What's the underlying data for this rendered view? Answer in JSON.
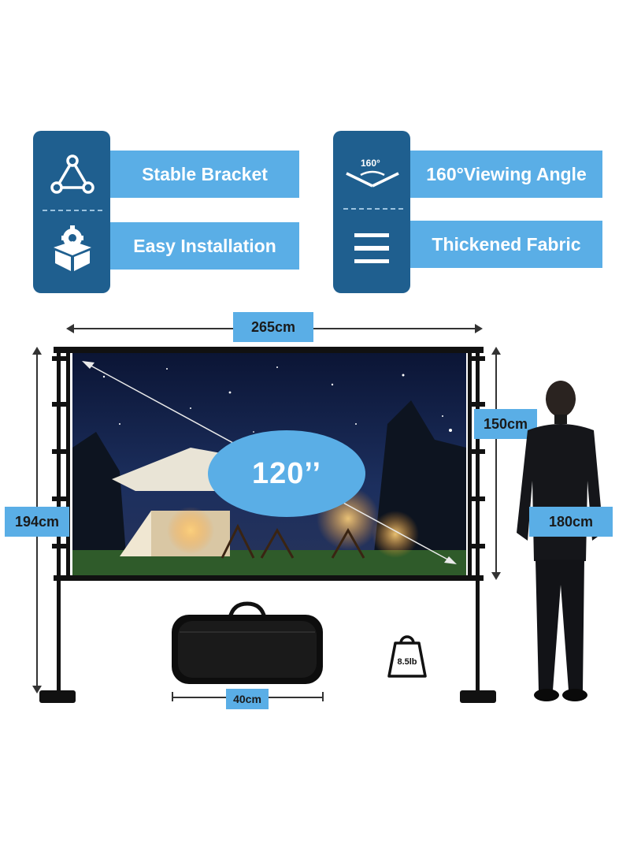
{
  "features": {
    "left": [
      {
        "label": "Stable Bracket",
        "icon": "triangle-nodes-icon"
      },
      {
        "label": "Easy Installation",
        "icon": "gear-box-icon"
      }
    ],
    "right": [
      {
        "label": "160°Viewing Angle",
        "icon": "viewing-angle-icon",
        "icon_text": "160°"
      },
      {
        "label": "Thickened Fabric",
        "icon": "layers-icon"
      }
    ]
  },
  "dimensions": {
    "width": "265cm",
    "screen_height": "150cm",
    "total_height": "194cm",
    "person_height": "180cm",
    "bag_width": "40cm"
  },
  "screen_size": "120’’",
  "weight": "8.5lb",
  "colors": {
    "panel": "#1f5f8f",
    "pill": "#5aaee6",
    "frame": "#111111"
  }
}
